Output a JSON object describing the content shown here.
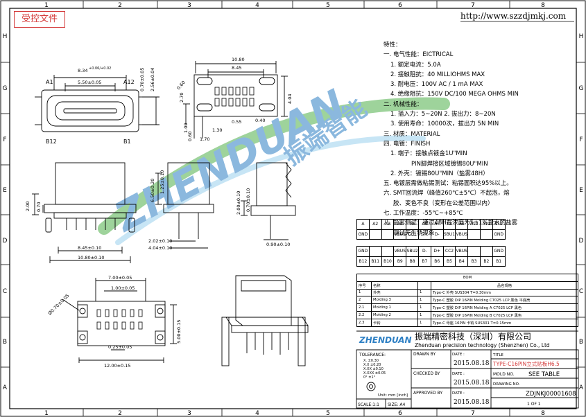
{
  "stamp": "受控文件",
  "website": "http://www.szzdjmkj.com",
  "border": {
    "cols": [
      "1",
      "2",
      "3",
      "4",
      "5",
      "6",
      "7",
      "8"
    ],
    "rows": [
      "H",
      "G",
      "F",
      "E",
      "D",
      "C",
      "B",
      "A"
    ]
  },
  "dims": {
    "d834": "8.34",
    "d834tol": "+0.06/+0.02",
    "d550": "5.50±0.05",
    "d070": "0.70±0.05",
    "d256": "2.56±0.04",
    "a1": "A1",
    "a12": "A12",
    "b12": "B12",
    "b1": "B1",
    "d1080": "10.80",
    "d845": "8.45",
    "d270": "2.70",
    "d404": "4.04",
    "d130": "1.30",
    "d055": "0.55",
    "d100": "1.00",
    "d060": "0.60",
    "d170": "1.70",
    "d040": "0.40",
    "d060b": "0.60",
    "d200": "2.00",
    "d070b": "0.70",
    "d845b": "8.45±0.10",
    "d1080b": "10.80±0.10",
    "d650": "6.50±0.20",
    "d125": "1.25±0.10",
    "d202": "2.02±0.10",
    "d404b": "4.04±0.10",
    "d200b": "2.00±0.10",
    "d070c": "0.70±0.10",
    "d090": "0.90±0.10",
    "d700": "7.00±0.05",
    "d100b": "1.00±0.05",
    "d500": "5.00±0.15",
    "d025": "0.25±0.05",
    "d1200": "12.00±0.15",
    "d070d": "Ø0.70±0.05"
  },
  "spec": [
    "特性：",
    "一. 电气性能：EICTRICAL",
    "1. 额定电流：5.0A",
    "2. 接触阻抗：40 MILLIOHMS MAX",
    "3. 耐电压：100V AC / 1 mA MAX",
    "4. 绝缘阻抗：150V DC/100 MEGA OHMS MIN",
    "二. 机械性能：",
    "1. 插入力：5~20N  2. 拔出力：8~20N",
    "3. 使用寿命：10000次，拔出力 5N MIN",
    "三. 材质：MATERIAL",
    "四. 电镀：FINISH",
    "1. 端子：接触点镀金1U\"MIN",
    "PIN脚焊接区域镀锡80U\"MIN",
    "2. 外壳：镀锡80U\"MIN（盐雾48H）",
    "五. 电镀层需做粘锡测试：粘锡面积达95%以上。",
    "六. SMT回流焊（峰值260℃±5℃）不起泡，熔",
    "胶、变色不良（变形在公差范围以内）",
    "七. 工作温度：-55℃~+85℃",
    "八. 盐雾测试：通过48H在浓度为5±1%盐水的盐雾",
    "测试无生锈现象"
  ],
  "pins": {
    "a_names": [
      "A",
      "A2",
      "A3",
      "A4",
      "A5",
      "A6",
      "A7",
      "A8",
      "A9",
      "A10",
      "A11",
      "A12"
    ],
    "a_sig": [
      "GND",
      "",
      "",
      "VBUS",
      "CC1",
      "D+",
      "D-",
      "SBU1",
      "VBUS",
      "",
      "",
      "GND"
    ],
    "b_sig": [
      "GND",
      "",
      "",
      "VBUS",
      "SBU2",
      "D-",
      "D+",
      "CC2",
      "VBUS",
      "",
      "",
      "GND"
    ],
    "b_names": [
      "B12",
      "B11",
      "B10",
      "B9",
      "B8",
      "B7",
      "B6",
      "B5",
      "B4",
      "B3",
      "B2",
      "B1"
    ]
  },
  "bom": {
    "title": "BOM",
    "header": [
      "序号",
      "名称",
      "",
      "品名规格"
    ],
    "rows": [
      [
        "1",
        "外壳",
        "1",
        "Type-C 外壳 SUS304 T=0.30mm"
      ],
      [
        "2",
        "Molding 3",
        "1",
        "Type-C 塑胶 DIP 16PIN Molding C7025 LCP 黑色 平底壳"
      ],
      [
        "2.1",
        "Molding 1",
        "1",
        "Type-C 塑胶 DIP 16PIN Molding A C7025 LCP 黑色"
      ],
      [
        "2.2",
        "Molding 2",
        "1",
        "Type-C 塑胶 DIP 16PIN Molding B C7025 LCP 黑色"
      ],
      [
        "2.3",
        "卡钩",
        "1",
        "Type-C 母座 16PIN 卡钩 SUS301 T=0.15mm"
      ]
    ]
  },
  "title_block": {
    "logo": "ZHENDUAN",
    "company_cn": "振端精密科技（深圳）有限公司",
    "company_en": "Zhenduan precision technology (Shenzhen) Co., Ltd",
    "tolerance_label": "TOLERANCE:",
    "tol": [
      "X. ±0.30",
      "X.X ±0.20",
      "X.XX ±0.10",
      "X.XXX ±0.05",
      "0° ±1°"
    ],
    "scale_label": "SCALE:1:1",
    "size_label": "SIZE: A4",
    "unit_label": "Unit: mm [inch]",
    "drawn": "DRAWN BY",
    "checked": "CHECKED BY",
    "approved": "APPROVED BY",
    "date_lbl": "DATE :",
    "date": "2015.08.18",
    "title_lbl": "TITLE",
    "title": "TYPE-C16PIN立式贴板H6.5",
    "mold_lbl": "MOLD NO.",
    "mold": "SEE TABLE",
    "dwg_lbl": "DRAWING NO.",
    "dwg": "ZDJNKJ00001608",
    "sheet": "1 OF 1"
  },
  "watermark": {
    "brand": "ZHENDUAN",
    "cn": "振端智能"
  }
}
